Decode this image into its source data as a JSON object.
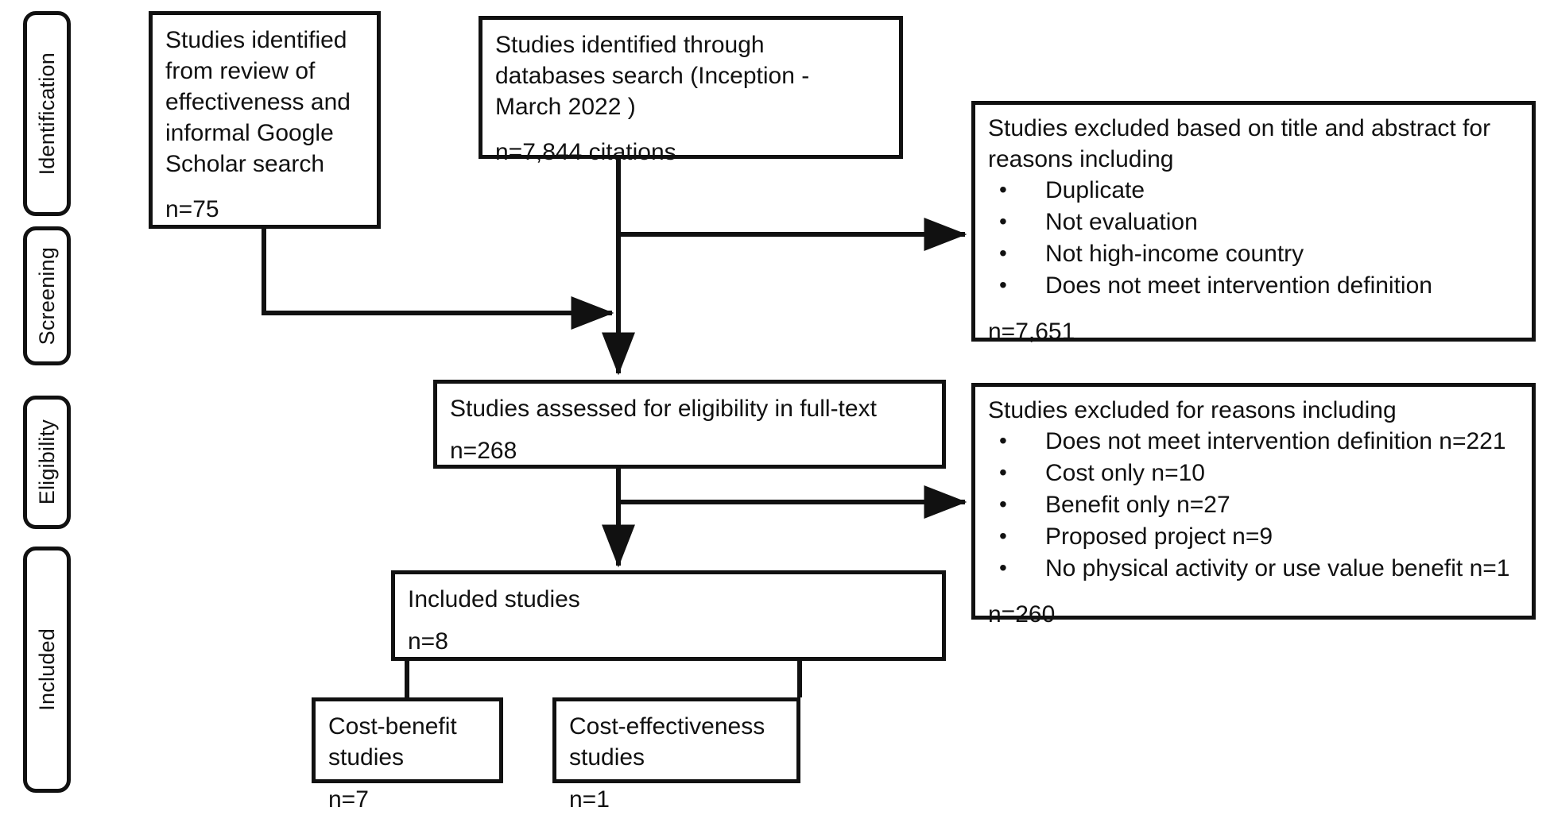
{
  "diagram": {
    "type": "PRISMA flow diagram",
    "phases": [
      {
        "id": "identification",
        "label": "Identification"
      },
      {
        "id": "screening",
        "label": "Screening"
      },
      {
        "id": "eligibility",
        "label": "Eligibility"
      },
      {
        "id": "included",
        "label": "Included"
      }
    ],
    "boxes": {
      "review_source": {
        "title": "Studies identified\nfrom review of\neffectiveness and\ninformal Google\nScholar search",
        "count": "n=75"
      },
      "database_source": {
        "title": "Studies identified through\ndatabases search (Inception -\nMarch 2022 )",
        "count": "n=7,844 citations"
      },
      "excluded_title_abstract": {
        "title": "Studies excluded based on title and abstract for\nreasons including",
        "bullets": [
          "Duplicate",
          "Not evaluation",
          "Not high-income country",
          "Does not meet intervention definition"
        ],
        "count": "n=7,651"
      },
      "eligibility_assessed": {
        "title": "Studies assessed for eligibility in full-text",
        "count": "n=268"
      },
      "excluded_full_text": {
        "title": "Studies excluded for reasons including",
        "bullets": [
          "Does not meet intervention definition n=221",
          "Cost only n=10",
          "Benefit only n=27",
          "Proposed project n=9",
          "No physical activity  or use value benefit n=1"
        ],
        "count": "n=260"
      },
      "included_studies": {
        "title": "Included studies",
        "count": "n=8"
      },
      "cost_benefit": {
        "title": "Cost-benefit studies",
        "count": "n=7"
      },
      "cost_effectiveness": {
        "title": "Cost-effectiveness studies",
        "count": "n=1"
      }
    },
    "colors": {
      "stroke": "#111111",
      "background": "#ffffff",
      "text": "#111111"
    }
  }
}
